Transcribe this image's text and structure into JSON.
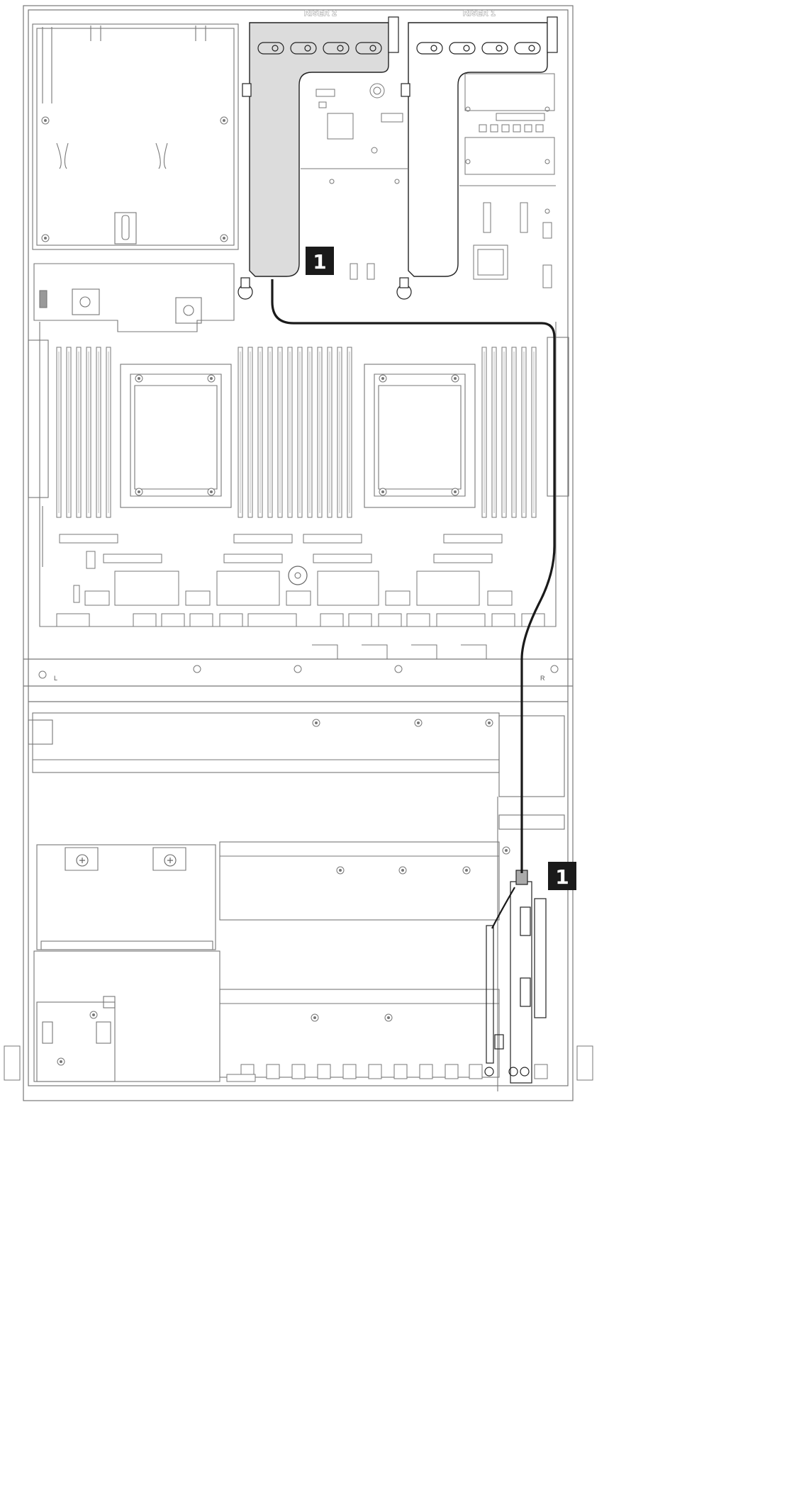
{
  "labels": {
    "riser2": "RISER 2",
    "riser1": "RISER 1",
    "side_left": "L",
    "side_right": "R"
  },
  "callouts": {
    "top": "1",
    "bottom": "1"
  },
  "colors": {
    "line": "#6b6b6b",
    "cable": "#1a1a1a",
    "highlight": "#dcdcdc",
    "callout": "#1a1a1a"
  }
}
